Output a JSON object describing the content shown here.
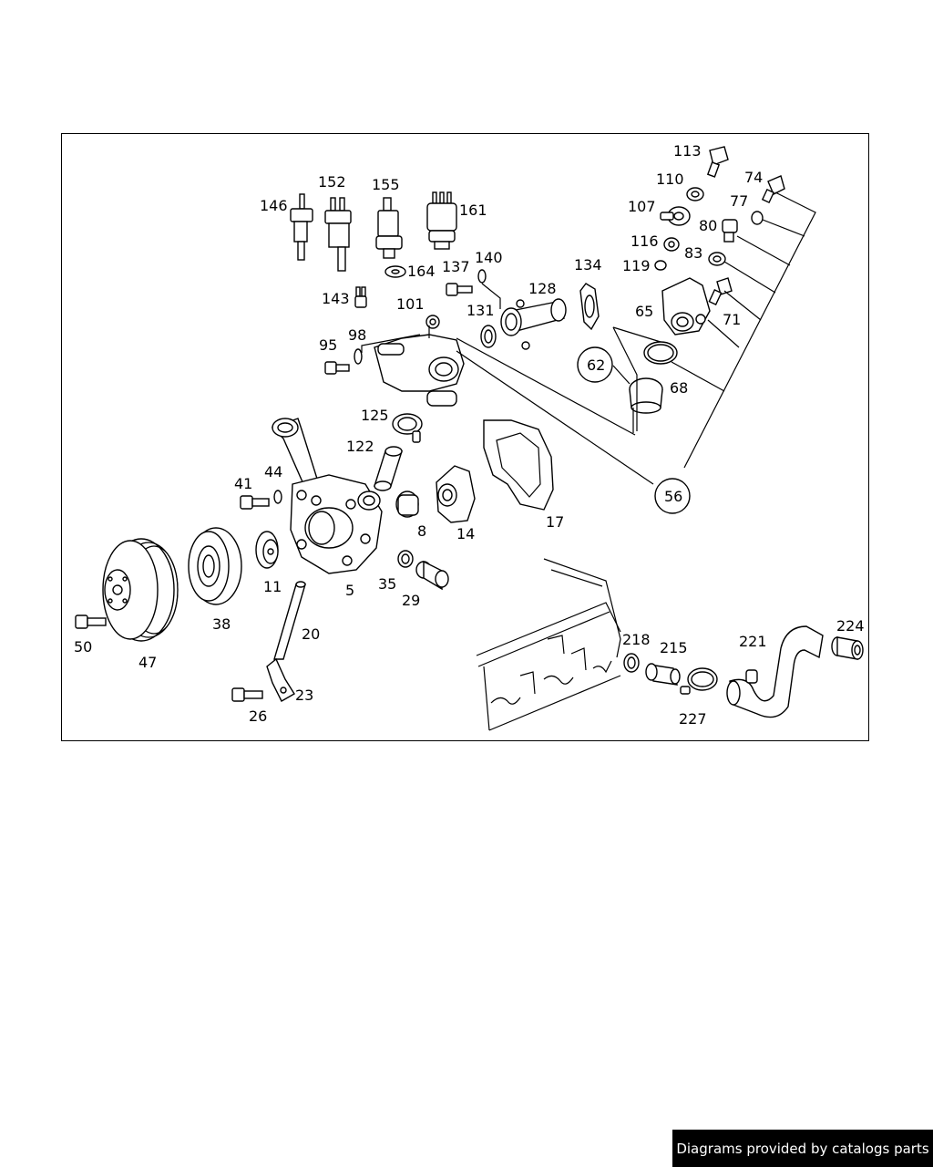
{
  "footer": {
    "credit": "Diagrams provided by catalogs parts"
  },
  "callouts": {
    "c113": "113",
    "c74": "74",
    "c110": "110",
    "c77": "77",
    "c107": "107",
    "c80": "80",
    "c116": "116",
    "c83": "83",
    "c119": "119",
    "c71": "71",
    "c65": "65",
    "c146": "146",
    "c152": "152",
    "c155": "155",
    "c161": "161",
    "c164": "164",
    "c137": "137",
    "c140": "140",
    "c134": "134",
    "c128": "128",
    "c143": "143",
    "c101": "101",
    "c131": "131",
    "c62": "62",
    "c68": "68",
    "c95": "95",
    "c98": "98",
    "c125": "125",
    "c122": "122",
    "c56": "56",
    "c41": "41",
    "c44": "44",
    "c17": "17",
    "c8": "8",
    "c14": "14",
    "c11": "11",
    "c5": "5",
    "c35": "35",
    "c29": "29",
    "c38": "38",
    "c20": "20",
    "c47": "47",
    "c50": "50",
    "c23": "23",
    "c26": "26",
    "c218": "218",
    "c215": "215",
    "c221": "221",
    "c224": "224",
    "c227": "227"
  }
}
